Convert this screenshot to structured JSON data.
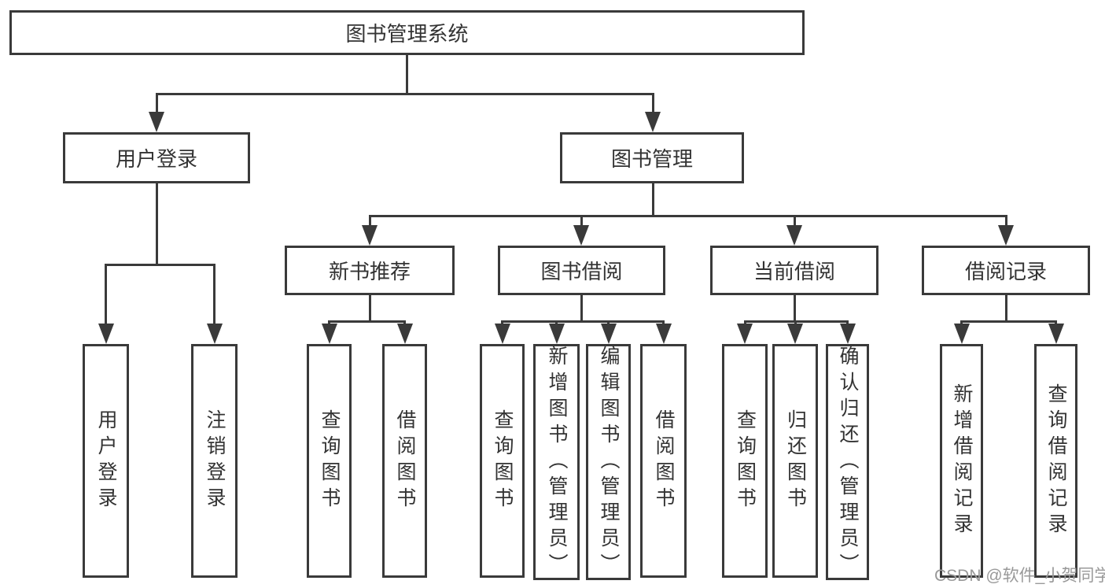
{
  "colors": {
    "line": "#3a3a3a",
    "text": "#333333",
    "watermark": "#999999",
    "background": "#ffffff"
  },
  "tree": {
    "root": {
      "label": "图书管理系统"
    },
    "children": [
      {
        "label": "用户登录",
        "children": [
          {
            "label": "用户登录"
          },
          {
            "label": "注销登录"
          }
        ]
      },
      {
        "label": "图书管理",
        "children": [
          {
            "label": "新书推荐",
            "children": [
              {
                "label": "查询图书"
              },
              {
                "label": "借阅图书"
              }
            ]
          },
          {
            "label": "图书借阅",
            "children": [
              {
                "label": "查询图书"
              },
              {
                "label": "新增图书（管理员）"
              },
              {
                "label": "编辑图书（管理员）"
              },
              {
                "label": "借阅图书"
              }
            ]
          },
          {
            "label": "当前借阅",
            "children": [
              {
                "label": "查询图书"
              },
              {
                "label": "归还图书"
              },
              {
                "label": "确认归还（管理员）"
              }
            ]
          },
          {
            "label": "借阅记录",
            "children": [
              {
                "label": "新增借阅记录"
              },
              {
                "label": "查询借阅记录"
              }
            ]
          }
        ]
      }
    ]
  },
  "watermark": {
    "text": "CSDN @软件_小贺同学"
  }
}
